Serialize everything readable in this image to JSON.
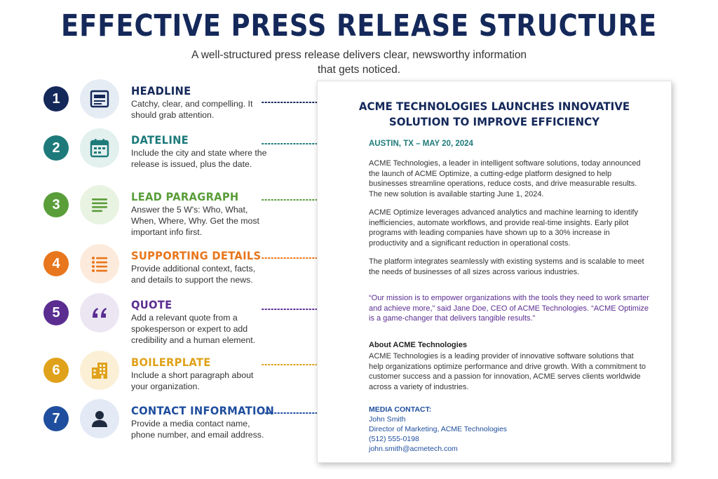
{
  "title": "EFFECTIVE PRESS RELEASE STRUCTURE",
  "subtitle": "A well-structured press release delivers clear, newsworthy information that gets noticed.",
  "steps": [
    {
      "number": "1",
      "title": "HEADLINE",
      "description": "Catchy, clear, and compelling. It should grab attention.",
      "icon": "document-icon",
      "color": "#14285a",
      "tint": "#e6ecf4"
    },
    {
      "number": "2",
      "title": "DATELINE",
      "description": "Include the city and state where the release is issued, plus the date.",
      "icon": "calendar-icon",
      "color": "#1e7a7a",
      "tint": "#e2f0ee"
    },
    {
      "number": "3",
      "title": "LEAD PARAGRAPH",
      "description": "Answer the 5 W's: Who, What, When, Where, Why. Get the most important info first.",
      "icon": "paragraph-lines-icon",
      "color": "#5a9e3a",
      "tint": "#e9f3e2"
    },
    {
      "number": "4",
      "title": "SUPPORTING DETAILS",
      "description": "Provide additional context, facts, and details to support the news.",
      "icon": "bullet-list-icon",
      "color": "#e8761c",
      "tint": "#fcebdc"
    },
    {
      "number": "5",
      "title": "QUOTE",
      "description": "Add a relevant quote from a spokesperson or expert to add credibility and a human element.",
      "icon": "quote-marks-icon",
      "color": "#5b2d91",
      "tint": "#ece6f3"
    },
    {
      "number": "6",
      "title": "BOILERPLATE",
      "description": "Include a short paragraph about your organization.",
      "icon": "building-icon",
      "color": "#e0a21a",
      "tint": "#fbf0d6"
    },
    {
      "number": "7",
      "title": "CONTACT INFORMATION",
      "description": "Provide a media contact name, phone number, and email address.",
      "icon": "person-icon",
      "color": "#1f4e9e",
      "tint": "#e3eaf5"
    }
  ],
  "document": {
    "headline": "ACME TECHNOLOGIES LAUNCHES INNOVATIVE SOLUTION TO IMPROVE EFFICIENCY",
    "dateline": "AUSTIN, TX – MAY 20, 2024",
    "lead": "ACME Technologies, a leader in intelligent software solutions, today announced the launch of ACME Optimize, a cutting-edge platform designed to help businesses streamline operations, reduce costs, and drive measurable results. The new solution is available starting June 1, 2024.",
    "details_1": "ACME Optimize leverages advanced analytics and machine learning to identify inefficiencies, automate workflows, and provide real-time insights. Early pilot programs with leading companies have shown up to a 30% increase in productivity and a significant reduction in operational costs.",
    "details_2": "The platform integrates seamlessly with existing systems and is scalable to meet the needs of businesses of all sizes across various industries.",
    "quote": "“Our mission is to empower organizations with the tools they need to work smarter and achieve more,” said Jane Doe, CEO of ACME Technologies. “ACME Optimize is a game-changer that delivers tangible results.”",
    "about_title": "About ACME Technologies",
    "about": "ACME Technologies is a leading provider of innovative software solutions that help organizations optimize performance and drive growth. With a commitment to customer success and a passion for innovation, ACME serves clients worldwide across a variety of industries.",
    "contact": {
      "label": "MEDIA CONTACT:",
      "name": "John Smith",
      "role": "Director of Marketing, ACME Technologies",
      "phone": "(512) 555-0198",
      "email": "john.smith@acmetech.com"
    }
  }
}
